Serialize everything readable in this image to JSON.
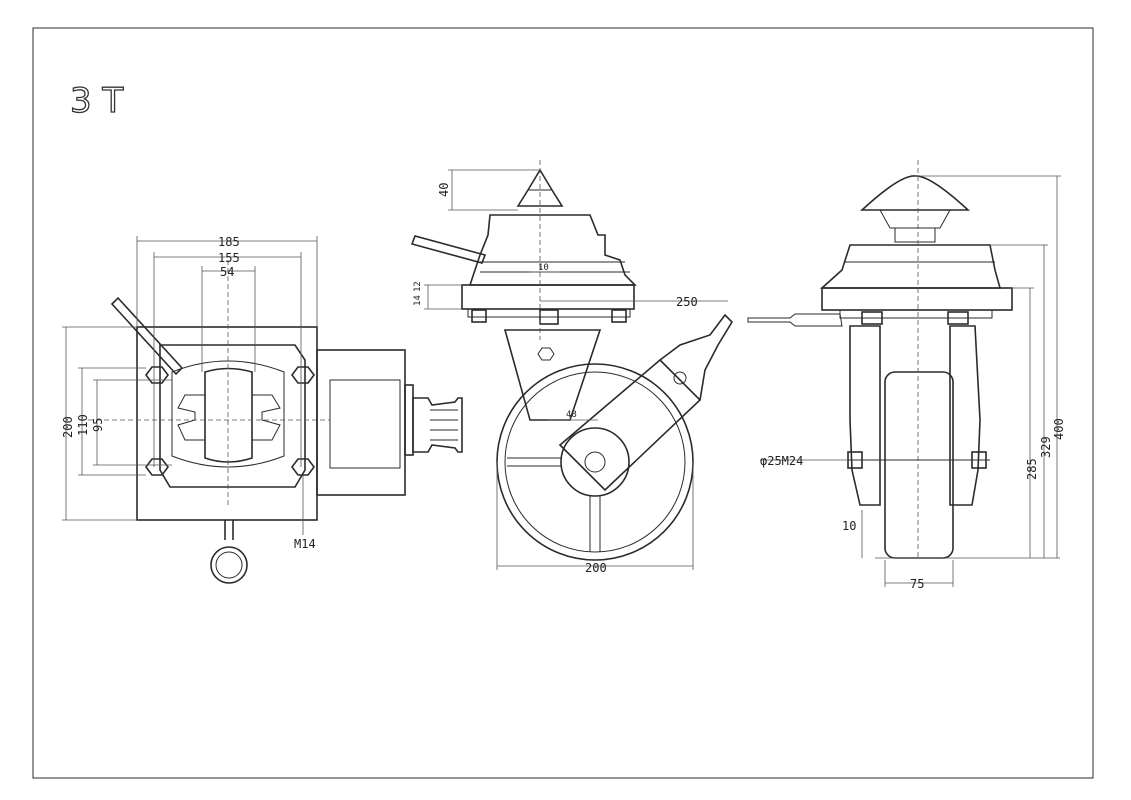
{
  "sheet": {
    "title": "3 T"
  },
  "top_view": {
    "dim_width_overall": "185",
    "dim_width_holes": "155",
    "dim_width_center": "54",
    "dim_height_overall": "200",
    "dim_height_holes": "110",
    "dim_height_center": "95",
    "bolt_label": "M14"
  },
  "front_view": {
    "dim_top_height": "40",
    "dim_plate_gap": "10",
    "dim_plate_thickness_a": "14",
    "dim_plate_thickness_b": "12",
    "dim_handle_reach": "250",
    "dim_offset": "48",
    "dim_wheel_diameter": "200"
  },
  "side_view": {
    "axle_label": "φ25M24",
    "dim_ground_clearance": "10",
    "dim_wheel_width": "75",
    "dim_height_axle": "285",
    "dim_height_plate": "329",
    "dim_height_overall": "400"
  },
  "colors": {
    "line": "#2b2b2b",
    "paper": "#ffffff"
  }
}
